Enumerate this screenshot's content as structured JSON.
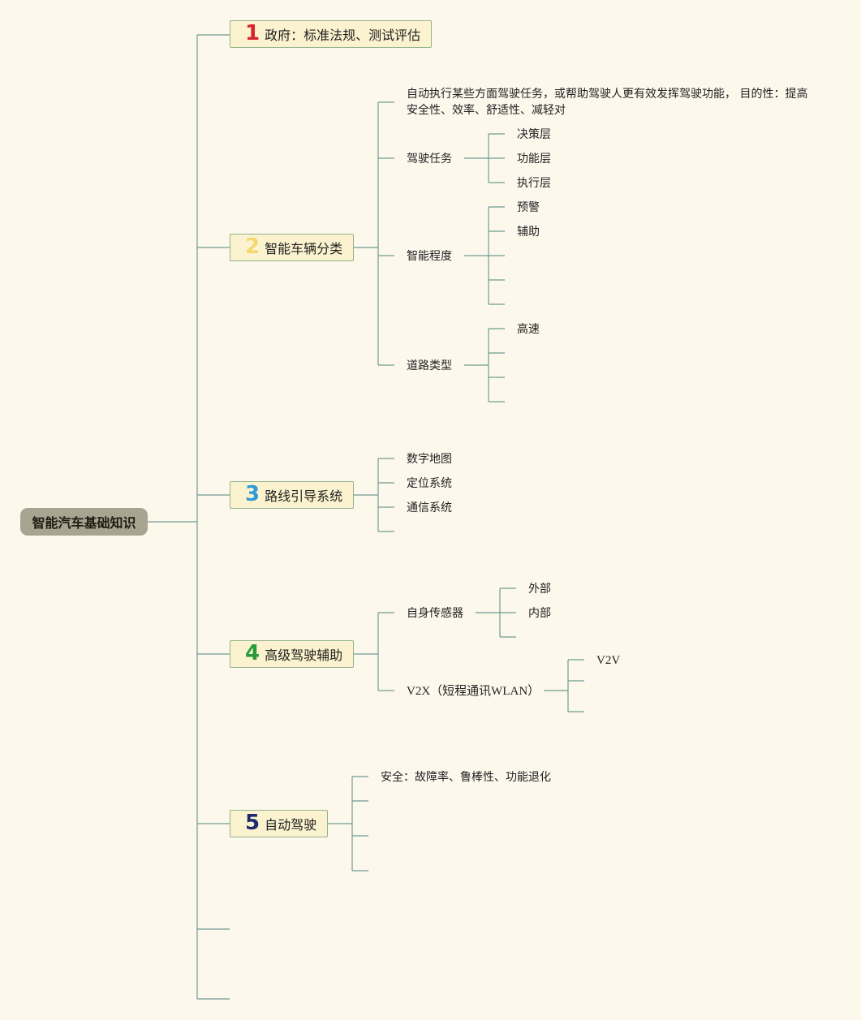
{
  "root": {
    "label": "智能汽车基础知识"
  },
  "colors": {
    "line": "#6f9a93",
    "num1": "#d7262b",
    "num2": "#f5d76e",
    "num3": "#2e9ad6",
    "num4": "#2a9b3a",
    "num5": "#1e2a70"
  },
  "branches": [
    {
      "num": "1",
      "label": "政府：标准法规、测试评估"
    },
    {
      "num": "2",
      "label": "智能车辆分类",
      "desc": "自动执行某些方面驾驶任务，或帮助驾驶人更有效发挥驾驶功能，  目的性：提高安全性、效率、舒适性、减轻对",
      "driving_tasks": {
        "label": "驾驶任务",
        "items": [
          "决策层",
          "功能层",
          "执行层"
        ]
      },
      "intelligence": {
        "label": "智能程度",
        "items": [
          "预警",
          "辅助"
        ]
      },
      "road": {
        "label": "道路类型",
        "items": [
          "高速"
        ]
      }
    },
    {
      "num": "3",
      "label": "路线引导系统",
      "items": [
        "数字地图",
        "定位系统",
        "通信系统"
      ]
    },
    {
      "num": "4",
      "label": "高级驾驶辅助",
      "sensors": {
        "label": "自身传感器",
        "items": [
          "外部",
          "内部"
        ]
      },
      "v2x": {
        "label": "V2X（短程通讯WLAN）",
        "items": [
          "V2V"
        ]
      }
    },
    {
      "num": "5",
      "label": "自动驾驶",
      "items": [
        "安全：故障率、鲁棒性、功能退化"
      ]
    }
  ]
}
